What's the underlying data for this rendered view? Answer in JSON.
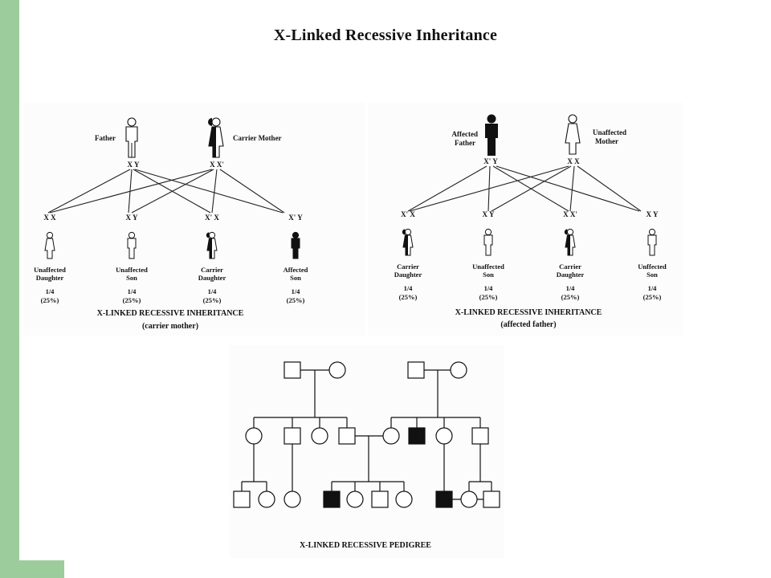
{
  "title": "X-Linked Recessive Inheritance",
  "panel_mother": {
    "father_label": "Father",
    "mother_label": "Carrier Mother",
    "father_genotype": "X Y",
    "mother_genotype": "X X'",
    "offspring": [
      {
        "genotype": "X X",
        "label_1": "Unaffected",
        "label_2": "Daughter",
        "prob": "1/4",
        "pct": "(25%)",
        "sex": "female",
        "status": "normal"
      },
      {
        "genotype": "X Y",
        "label_1": "Unaffected",
        "label_2": "Son",
        "prob": "1/4",
        "pct": "(25%)",
        "sex": "male",
        "status": "normal"
      },
      {
        "genotype": "X' X",
        "label_1": "Carrier",
        "label_2": "Daughter",
        "prob": "1/4",
        "pct": "(25%)",
        "sex": "female",
        "status": "carrier"
      },
      {
        "genotype": "X' Y",
        "label_1": "Affected",
        "label_2": "Son",
        "prob": "1/4",
        "pct": "(25%)",
        "sex": "male",
        "status": "affected"
      }
    ],
    "caption_1": "X-LINKED RECESSIVE INHERITANCE",
    "caption_2": "(carrier mother)"
  },
  "panel_father": {
    "father_label_1": "Affected",
    "father_label_2": "Father",
    "mother_label_1": "Unaffected",
    "mother_label_2": "Mother",
    "father_genotype": "X' Y",
    "mother_genotype": "X X",
    "offspring": [
      {
        "genotype": "X' X",
        "label_1": "Carrier",
        "label_2": "Daughter",
        "prob": "1/4",
        "pct": "(25%)",
        "sex": "female",
        "status": "carrier"
      },
      {
        "genotype": "X Y",
        "label_1": "Unaffected",
        "label_2": "Son",
        "prob": "1/4",
        "pct": "(25%)",
        "sex": "male",
        "status": "normal"
      },
      {
        "genotype": "X X'",
        "label_1": "Carrier",
        "label_2": "Daughter",
        "prob": "1/4",
        "pct": "(25%)",
        "sex": "female",
        "status": "carrier"
      },
      {
        "genotype": "X Y",
        "label_1": "Unffected",
        "label_2": "Son",
        "prob": "1/4",
        "pct": "(25%)",
        "sex": "male",
        "status": "normal"
      }
    ],
    "caption_1": "X-LINKED RECESSIVE INHERITANCE",
    "caption_2": "(affected father)"
  },
  "pedigree": {
    "caption": "X-LINKED RECESSIVE PEDIGREE",
    "generation_1": [
      "male",
      "female",
      "male",
      "female"
    ],
    "generation_2": [
      {
        "sex": "female",
        "affected": false
      },
      {
        "sex": "male",
        "affected": false
      },
      {
        "sex": "female",
        "affected": false
      },
      {
        "sex": "male",
        "affected": false
      },
      {
        "sex": "female",
        "affected": false
      },
      {
        "sex": "male",
        "affected": true
      },
      {
        "sex": "female",
        "affected": false
      },
      {
        "sex": "male",
        "affected": false
      }
    ],
    "generation_3": [
      {
        "sex": "male",
        "affected": false
      },
      {
        "sex": "female",
        "affected": false
      },
      {
        "sex": "female",
        "affected": false
      },
      {
        "sex": "male",
        "affected": true
      },
      {
        "sex": "female",
        "affected": false
      },
      {
        "sex": "male",
        "affected": false
      },
      {
        "sex": "female",
        "affected": false
      },
      {
        "sex": "male",
        "affected": true
      },
      {
        "sex": "female",
        "affected": false
      },
      {
        "sex": "male",
        "affected": false
      }
    ]
  },
  "colors": {
    "accent_bar": "#9ccc9c",
    "ink": "#111111",
    "background": "#ffffff"
  }
}
